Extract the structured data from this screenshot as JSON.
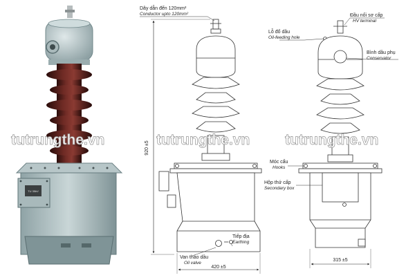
{
  "watermark": "tutrungthe.vn",
  "photo": {
    "plate_text": "TU 35kV"
  },
  "front_view": {
    "conductor_vi": "Dây dẫn đến 120mm²",
    "conductor_en": "Conductor upto 120mm²",
    "height_dim": "920 ±5",
    "width_dim": "420 ±5",
    "earthing_vi": "Tiếp địa",
    "earthing_en": "Earthing",
    "oil_valve_vi": "Van tháo dầu",
    "oil_valve_en": "Oil valve"
  },
  "side_view": {
    "hv_terminal_vi": "Đầu nối sơ cấp",
    "hv_terminal_en": "HV terminal",
    "oil_hole_vi": "Lỗ đổ dầu",
    "oil_hole_en": "Oil-feeding hole",
    "conservator_vi": "Bình dầu phụ",
    "conservator_en": "Conservator",
    "hooks_vi": "Móc cẩu",
    "hooks_en": "Hooks",
    "secondary_vi": "Hộp thứ cấp",
    "secondary_en": "Secondary box",
    "width_dim": "315 ±5"
  }
}
